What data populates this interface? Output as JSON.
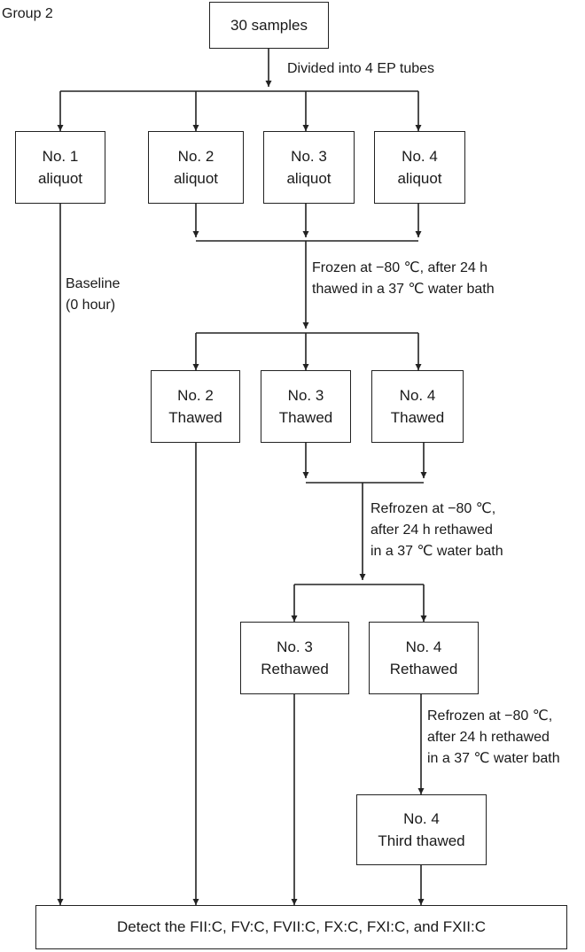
{
  "group_label": "Group 2",
  "boxes": {
    "samples": "30 samples",
    "a1": [
      "No. 1",
      "aliquot"
    ],
    "a2": [
      "No. 2",
      "aliquot"
    ],
    "a3": [
      "No. 3",
      "aliquot"
    ],
    "a4": [
      "No. 4",
      "aliquot"
    ],
    "t2": [
      "No. 2",
      "Thawed"
    ],
    "t3": [
      "No. 3",
      "Thawed"
    ],
    "t4": [
      "No. 4",
      "Thawed"
    ],
    "r3": [
      "No. 3",
      "Rethawed"
    ],
    "r4": [
      "No. 4",
      "Rethawed"
    ],
    "th4": [
      "No. 4",
      "Third thawed"
    ],
    "detect": "Detect the FII:C, FV:C, FVII:C, FX:C, FXI:C, and FXII:C"
  },
  "labels": {
    "divided": "Divided into 4 EP tubes",
    "baseline": [
      "Baseline",
      "(0 hour)"
    ],
    "frozen1": [
      "Frozen at −80 ℃, after 24 h",
      "thawed in a 37 ℃ water bath"
    ],
    "refrozen1": [
      "Refrozen at −80 ℃,",
      "after 24 h rethawed",
      "in a 37 ℃ water bath"
    ],
    "refrozen2": [
      "Refrozen at −80 ℃,",
      "after 24 h rethawed",
      "in a 37 ℃ water bath"
    ]
  }
}
